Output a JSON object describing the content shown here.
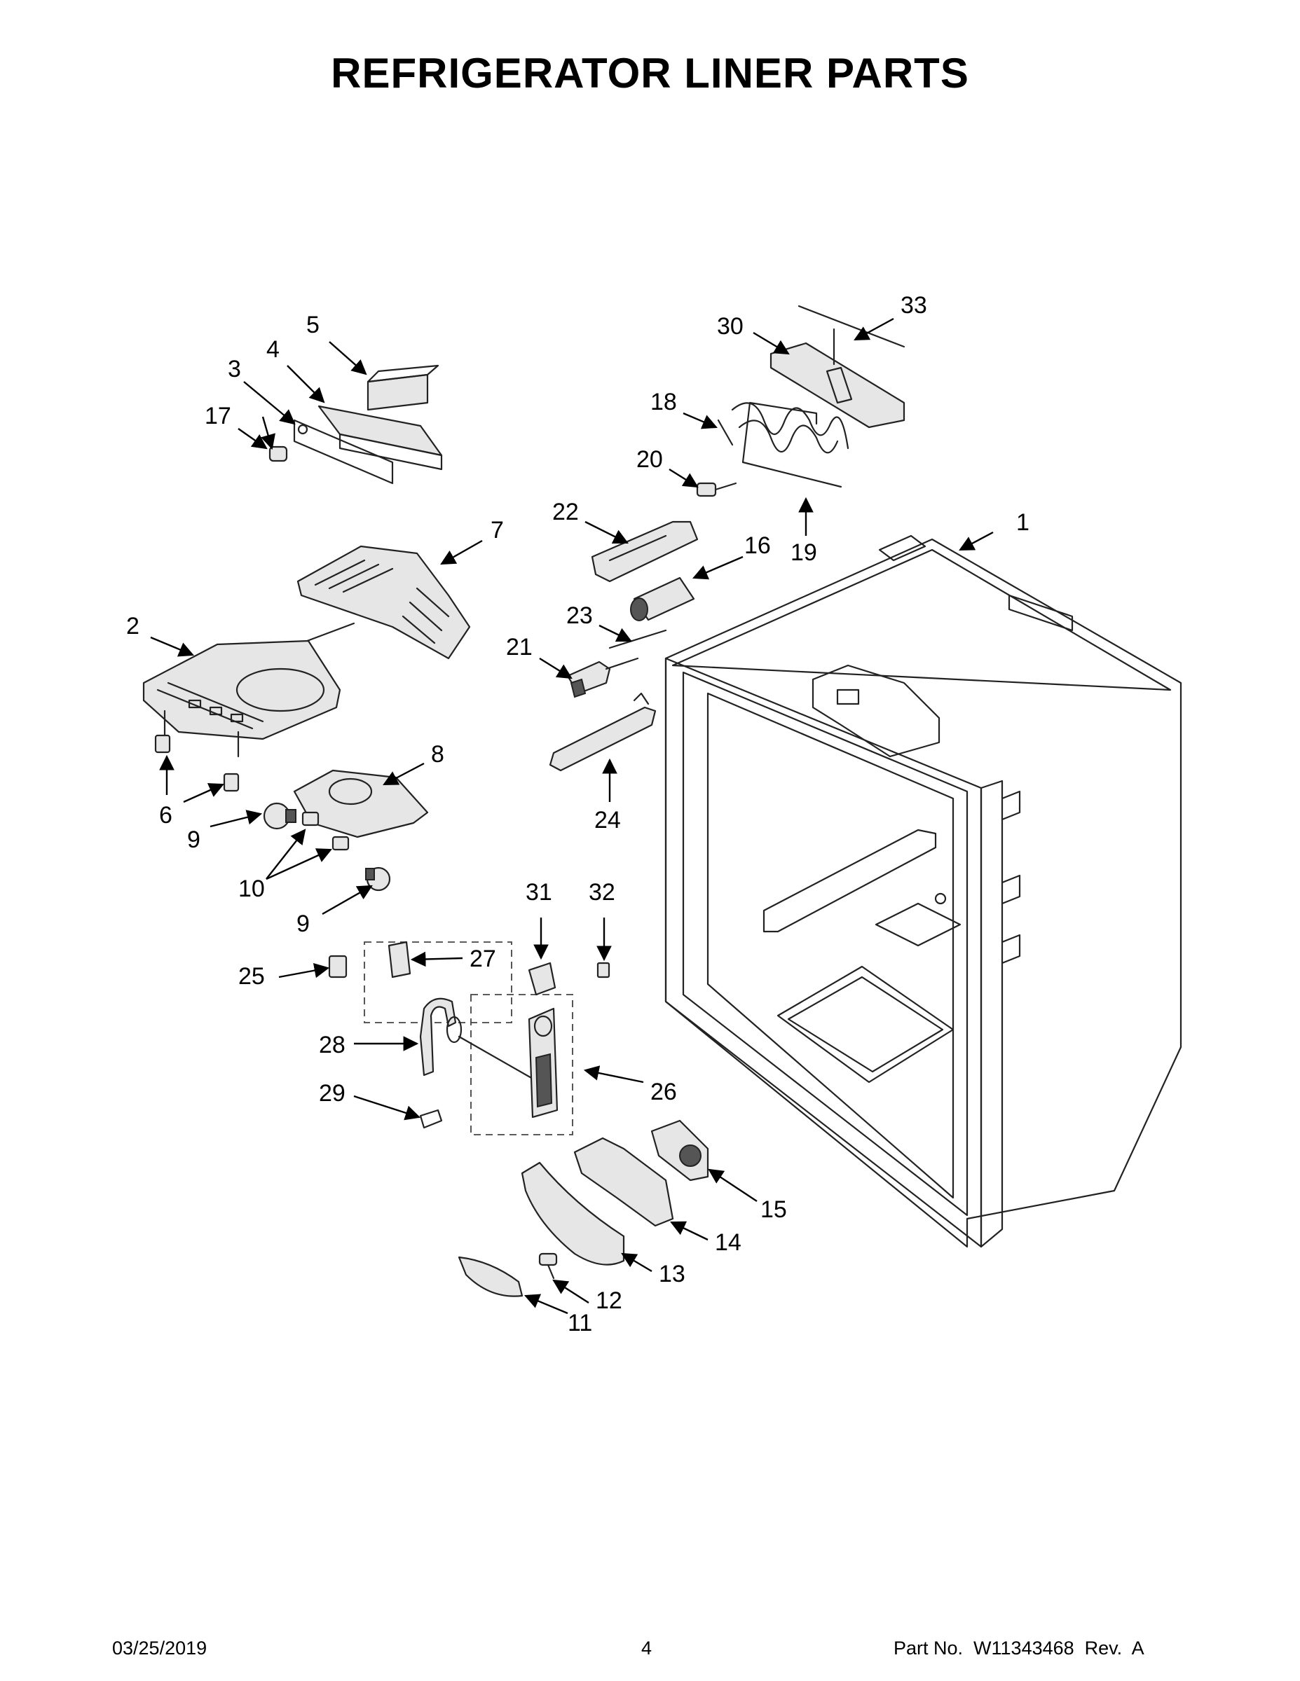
{
  "title": "REFRIGERATOR LINER PARTS",
  "callouts": [
    "1",
    "2",
    "3",
    "4",
    "5",
    "6",
    "7",
    "8",
    "9",
    "9",
    "10",
    "11",
    "12",
    "13",
    "14",
    "15",
    "16",
    "17",
    "18",
    "19",
    "20",
    "21",
    "22",
    "23",
    "24",
    "25",
    "26",
    "27",
    "28",
    "29",
    "30",
    "31",
    "32",
    "33"
  ],
  "footer": {
    "date": "03/25/2019",
    "page": "4",
    "part_no": "Part No.  W11343468  Rev.  A"
  }
}
